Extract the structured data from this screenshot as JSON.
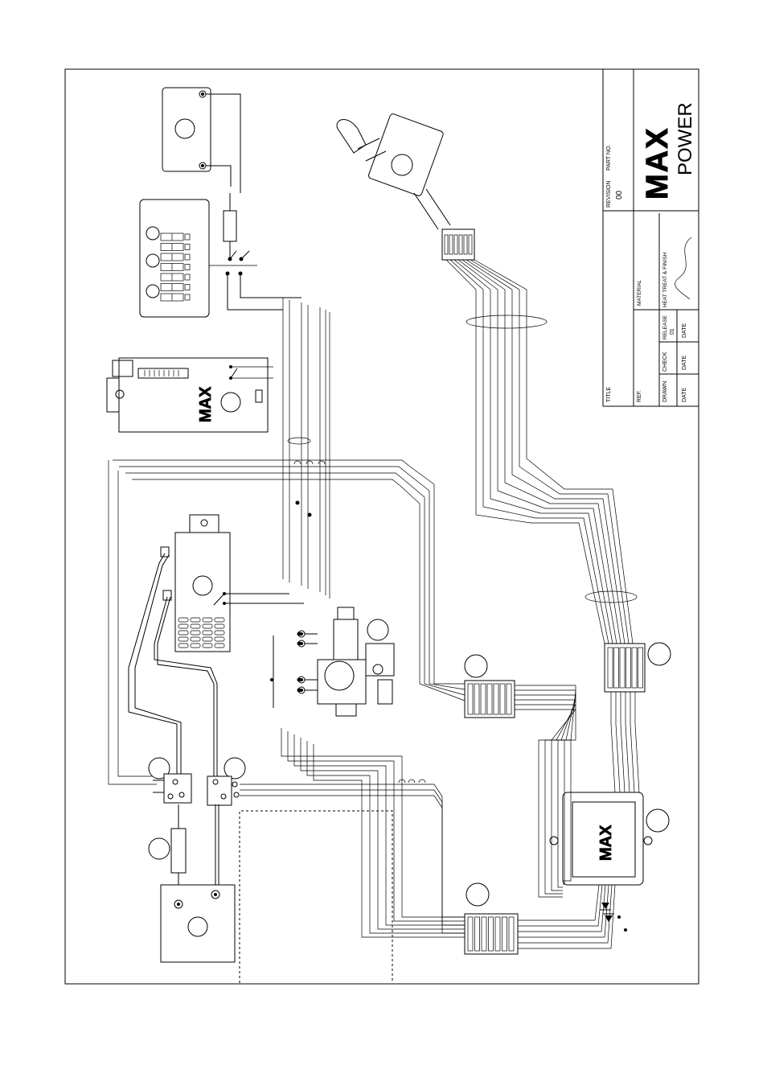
{
  "title_block": {
    "title_label": "TITLE",
    "ref_label": "REF.",
    "material_label": "MATERIAL",
    "revision_label": "REVISION",
    "revision_value": "00",
    "part_no_label": "PART NO.",
    "drawn_label": "DRAWN",
    "check_label": "CHECK",
    "release_label": "RELEASE",
    "release_value": "01",
    "heat_treat_label": "HEAT TREAT & FINISH",
    "date_label": "DATE"
  },
  "brand": {
    "logo_text": "MAX",
    "product_text": "POWER"
  },
  "device_logos": [
    "MAX",
    "MAX"
  ]
}
